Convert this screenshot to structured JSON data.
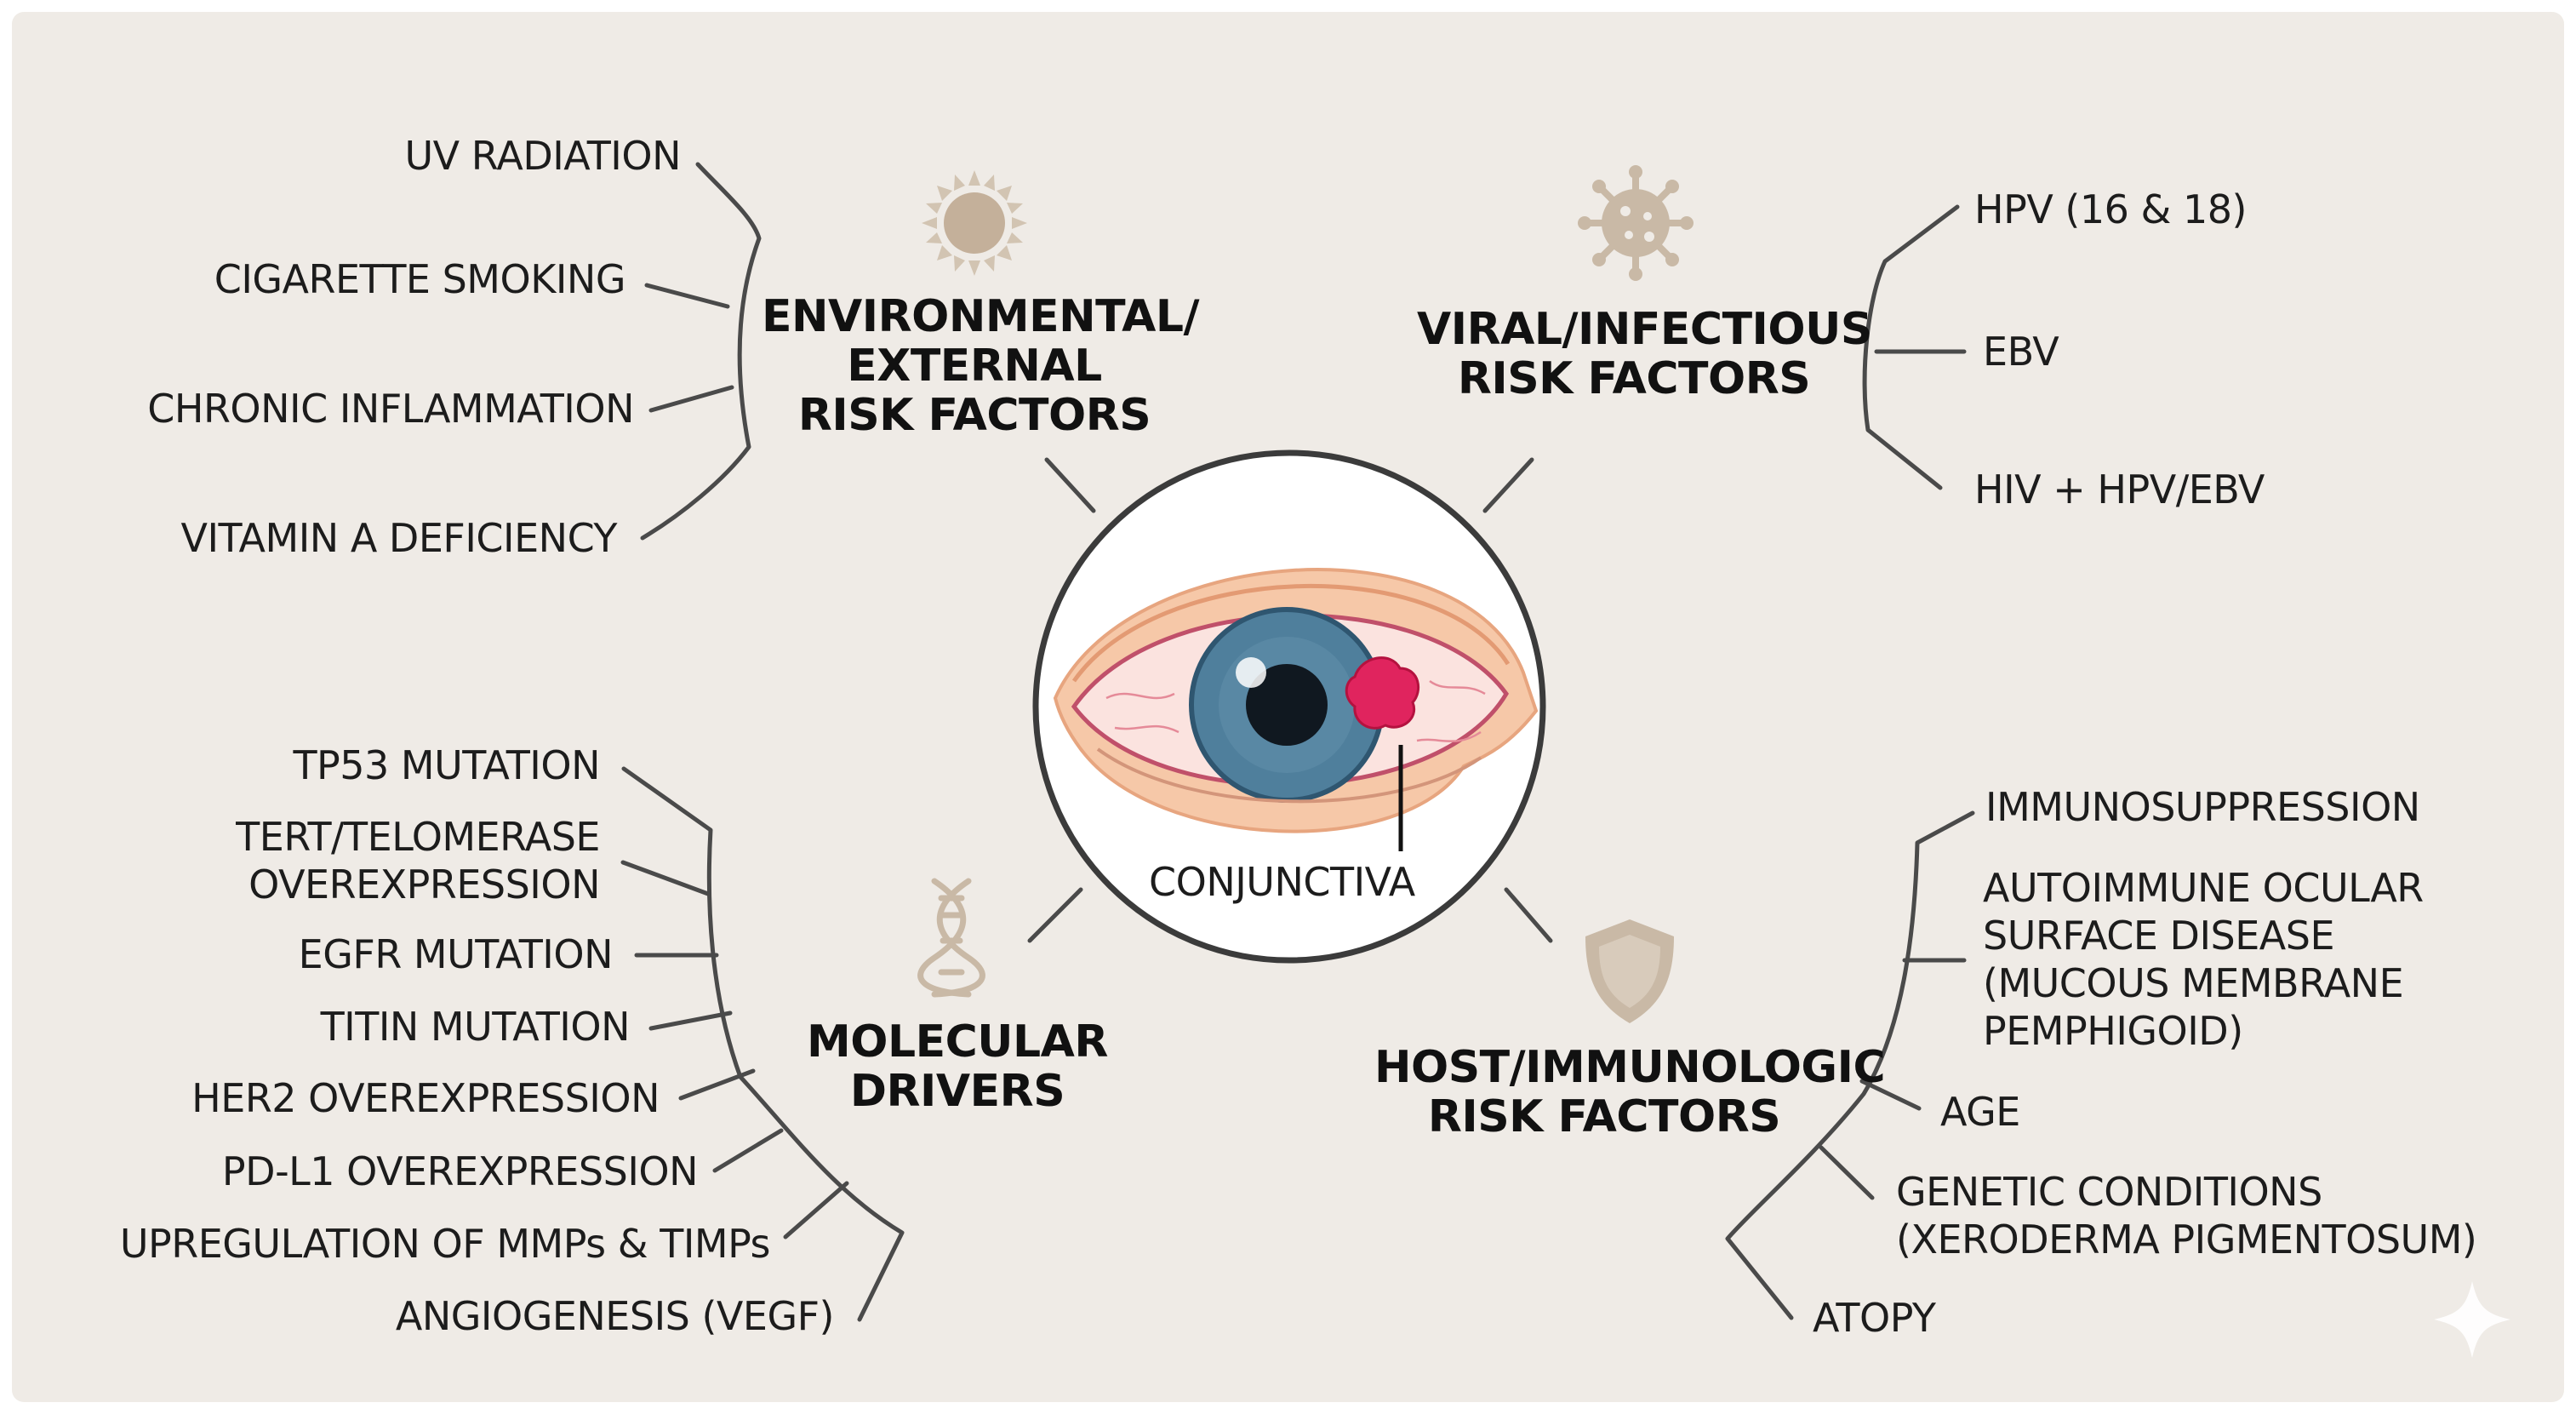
{
  "center": {
    "label": "CONJUNCTIVA"
  },
  "groups": {
    "environmental": {
      "heading": [
        "ENVIRONMENTAL/",
        "EXTERNAL",
        "RISK FACTORS"
      ],
      "icon": "sun-icon",
      "items": [
        "UV RADIATION",
        "CIGARETTE SMOKING",
        "CHRONIC INFLAMMATION",
        "VITAMIN A DEFICIENCY"
      ]
    },
    "viral": {
      "heading": [
        "VIRAL/INFECTIOUS",
        "RISK FACTORS"
      ],
      "icon": "virus-icon",
      "items": [
        "HPV (16 & 18)",
        "EBV",
        "HIV + HPV/EBV"
      ]
    },
    "molecular": {
      "heading": [
        "MOLECULAR",
        "DRIVERS"
      ],
      "icon": "dna-icon",
      "items": [
        [
          "TP53 MUTATION"
        ],
        [
          "TERT/TELOMERASE",
          "OVEREXPRESSION"
        ],
        [
          "EGFR MUTATION"
        ],
        [
          "TITIN MUTATION"
        ],
        [
          "HER2 OVEREXPRESSION"
        ],
        [
          "PD-L1 OVEREXPRESSION"
        ],
        [
          "UPREGULATION OF MMPs & TIMPs"
        ],
        [
          "ANGIOGENESIS (VEGF)"
        ]
      ]
    },
    "host": {
      "heading": [
        "HOST/IMMUNOLOGIC",
        "RISK FACTORS"
      ],
      "icon": "shield-icon",
      "items": [
        [
          "IMMUNOSUPPRESSION"
        ],
        [
          "AUTOIMMUNE OCULAR",
          "SURFACE DISEASE",
          "(MUCOUS MEMBRANE",
          "PEMPHIGOID)"
        ],
        [
          "AGE"
        ],
        [
          "GENETIC CONDITIONS",
          "(XERODERMA PIGMENTOSUM)"
        ],
        [
          "ATOPY"
        ]
      ]
    }
  },
  "colors": {
    "background": "#efebe6",
    "line": "#4a4a4a",
    "icon": "#c4b5a3",
    "iris": "#4f7f9c",
    "tumor": "#e0245e"
  }
}
